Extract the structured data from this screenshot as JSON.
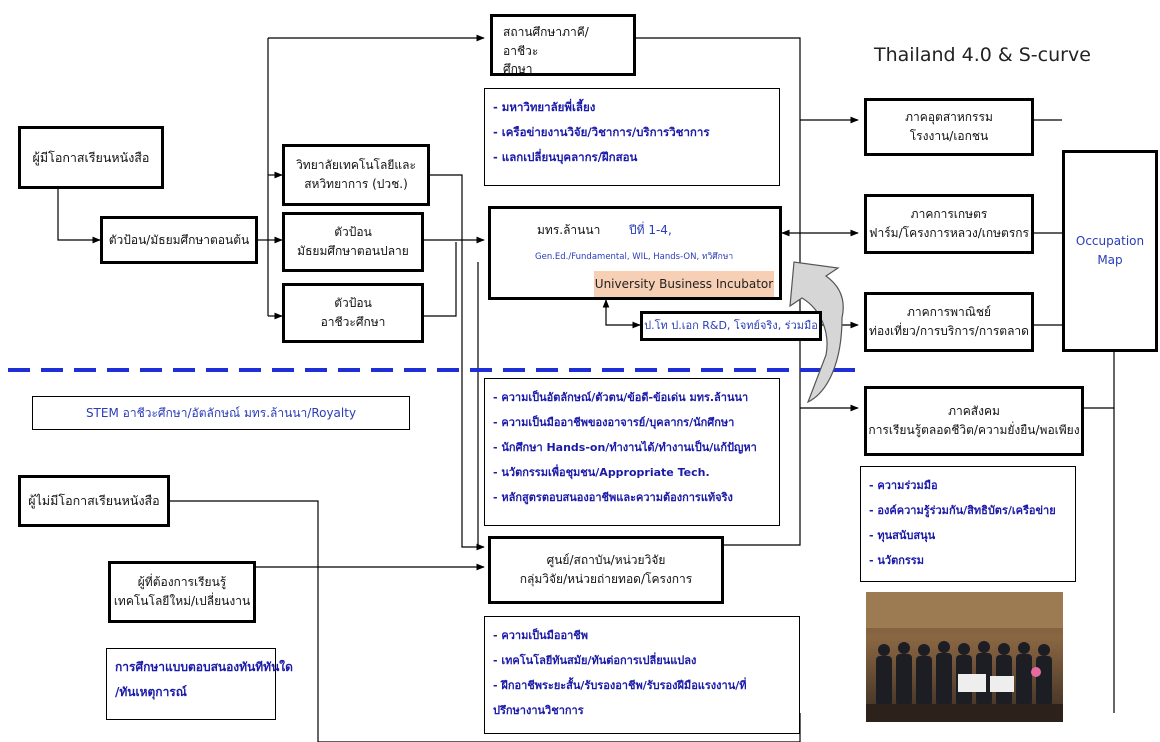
{
  "title": "Thailand 4.0 & S-curve",
  "left": {
    "opportunity": "ผู้มีโอกาสเรียนหนังสือ",
    "no_opportunity": "ผู้ไม่มีโอกาสเรียนหนังสือ",
    "want_learn": [
      "ผู้ที่ต้องการเรียนรู้",
      "เทคโนโลยีใหม่/เปลี่ยนงาน"
    ],
    "lower_secondary": "ตัวป้อน/มัธยมศึกษาตอนต้น",
    "stem": "STEM อาชีวะศึกษา/อัตลักษณ์ มทร.ล้านนา/Royalty",
    "responsive": [
      "การศึกษาแบบตอบสนองทันทีทันใด",
      "/ทันเหตุการณ์"
    ]
  },
  "feeders": {
    "college": [
      "วิทยาลัยเทคโนโลยีและ",
      "สหวิทยาการ (ปวช.)"
    ],
    "upper_secondary": [
      "ตัวป้อน",
      "มัธยมศึกษาตอนปลาย"
    ],
    "vocational": [
      "ตัวป้อน",
      "อาชีวะศึกษา"
    ]
  },
  "center": {
    "regional": [
      "สถานศึกษาภาคี/อาชีวะ",
      "ศึกษา"
    ],
    "mentor_list": [
      "- มหาวิทยาลัยพี่เลี้ยง",
      "- เครือข่ายงานวิจัย/วิชาการ/บริการวิชาการ",
      "- แลกเปลี่ยนบุคลากร/ฝึกสอน"
    ],
    "rmutl": "มทร.ล้านนา",
    "years": "ปีที่ 1-4,",
    "gened": "Gen.Ed./Fundamental, WIL, Hands-ON, ทวิศึกษา",
    "ubi": "University Business Incubator",
    "grad": "ป.โท ป.เอก R&D, โจทย์จริง, ร่วมมือ",
    "identity_list": [
      "- ความเป็นอัตลักษณ์/ตัวตน/ข้อดี-ข้อเด่น มทร.ล้านนา",
      "- ความเป็นมืออาชีพของอาจารย์/บุคลากร/นักศึกษา",
      "- นักศึกษา Hands-on/ทำงานได้/ทำงานเป็น/แก้ปัญหา",
      "- นวัตกรรมเพื่อชุมชน/Appropriate Tech.",
      "- หลักสูตรตอบสนองอาชีพและความต้องการแท้จริง"
    ],
    "research": [
      "ศูนย์/สถาบัน/หน่วยวิจัย",
      "กลุ่มวิจัย/หน่วยถ่ายทอด/โครงการ"
    ],
    "pro_list": [
      "- ความเป็นมืออาชีพ",
      "- เทคโนโลยีทันสมัย/ทันต่อการเปลี่ยนแปลง",
      "- ฝึกอาชีพระยะสั้น/รับรองอาชีพ/รับรองฝีมือแรงงาน/ที่",
      "ปรึกษางานวิชาการ"
    ]
  },
  "right": {
    "industry": [
      "ภาคอุตสาหกรรม",
      "โรงงาน/เอกชน"
    ],
    "agriculture": [
      "ภาคการเกษตร",
      "ฟาร์ม/โครงการหลวง/เกษตรกร"
    ],
    "commerce": [
      "ภาคการพาณิชย์",
      "ท่องเที่ยว/การบริการ/การตลาด"
    ],
    "social": [
      "ภาคสังคม",
      "การเรียนรู้ตลอดชีวิต/ความยั่งยืน/พอเพียง"
    ],
    "cooperation_list": [
      "- ความร่วมมือ",
      "- องค์ความรู้ร่วมกัน/สิทธิบัตร/เครือข่าย",
      "- ทุนสนับสนุน",
      "- นวัตกรรม"
    ],
    "occupation": [
      "Occupation",
      "Map"
    ]
  },
  "colors": {
    "accent_blue": "#1a1aa8",
    "dashed_line": "#1f2fd6",
    "ubi_fill": "#f6cfb5"
  }
}
